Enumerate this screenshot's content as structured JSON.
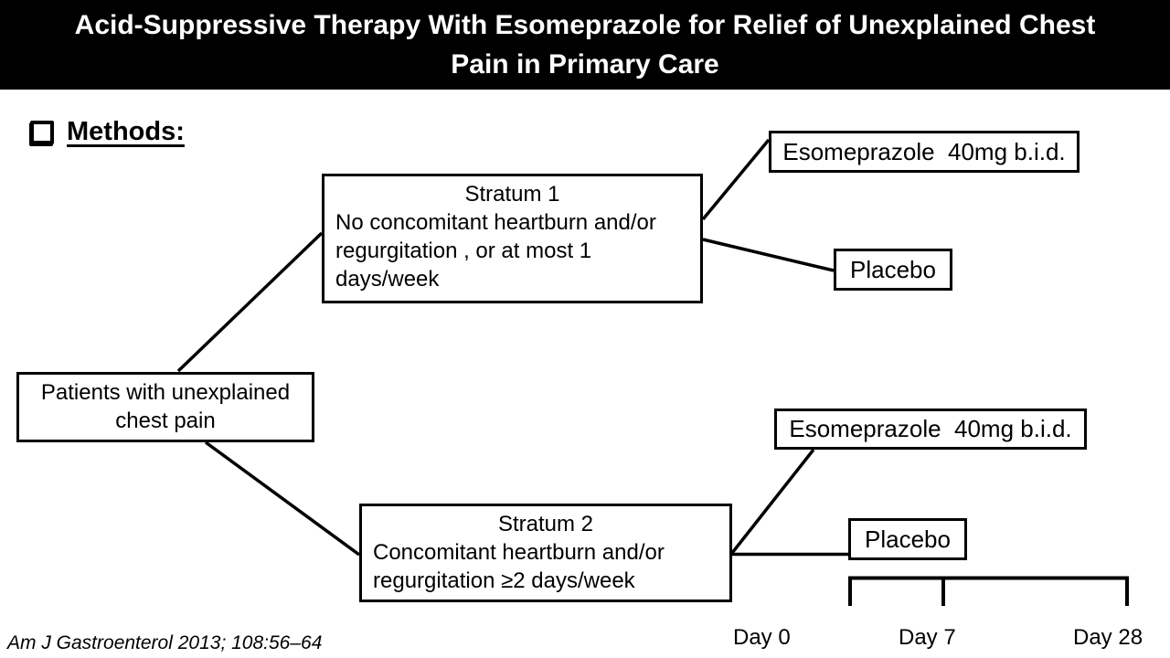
{
  "slide": {
    "title_line1": "Acid-Suppressive Therapy With Esomeprazole for Relief of Unexplained Chest",
    "title_line2": "Pain in Primary Care",
    "section_heading": "Methods:",
    "citation": "Am J Gastroenterol 2013; 108:56–64"
  },
  "diagram": {
    "patients_box": {
      "line1": "Patients with unexplained",
      "line2": "chest pain"
    },
    "stratum1_box": {
      "heading": "Stratum 1",
      "body": "No concomitant heartburn and/or regurgitation , or at most 1 days/week"
    },
    "stratum2_box": {
      "heading": "Stratum 2",
      "body": "Concomitant heartburn and/or regurgitation ≥2 days/week"
    },
    "stratum1_arm_drug": "Esomeprazole  40mg b.i.d.",
    "stratum1_arm_placebo": "Placebo",
    "stratum2_arm_drug": "Esomeprazole  40mg b.i.d.",
    "stratum2_arm_placebo": "Placebo"
  },
  "timeline": {
    "labels": [
      "Day 0",
      "Day 7",
      "Day 28"
    ]
  },
  "icons": {
    "bullet": "checkbox-square"
  },
  "colors": {
    "title_bg": "#000000",
    "title_text": "#ffffff",
    "box_border": "#000000",
    "connector": "#000000"
  }
}
